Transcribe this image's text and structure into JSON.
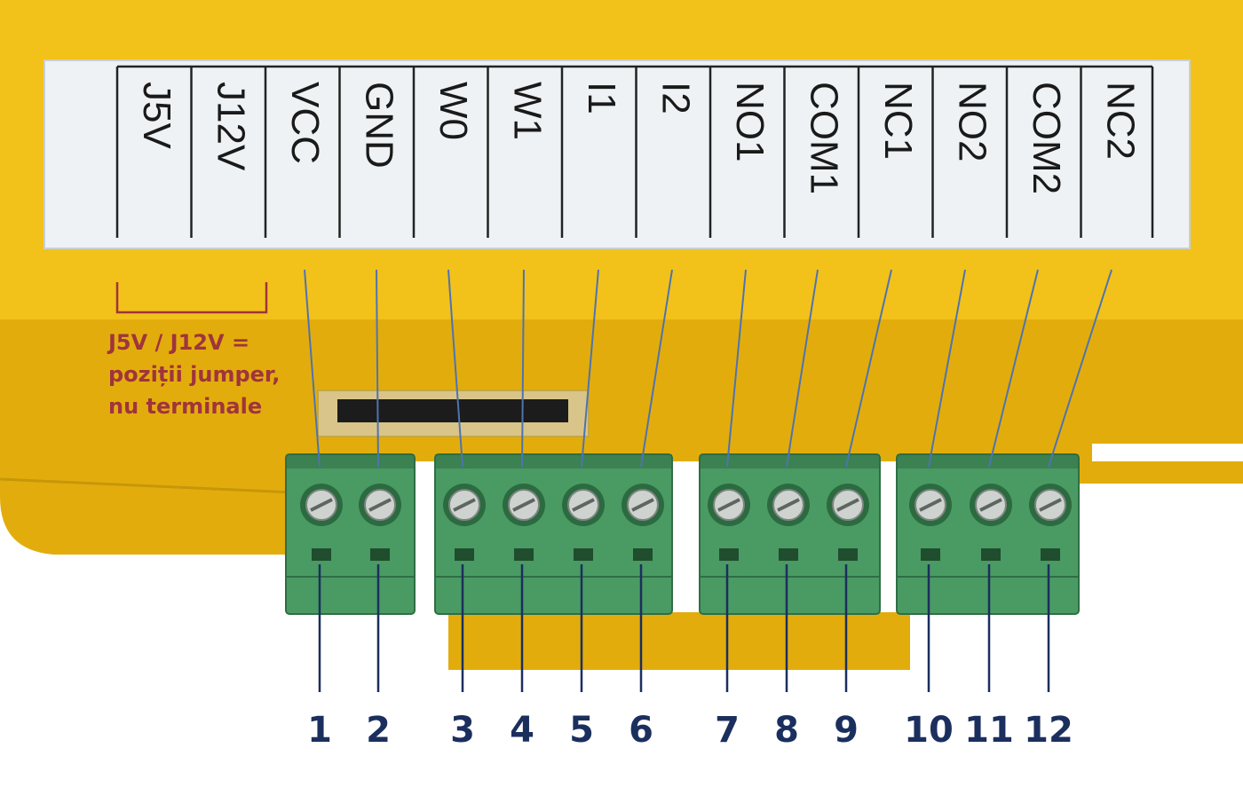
{
  "colors": {
    "housing": "#f2c21b",
    "housing_dark": "#e2ad0c",
    "label_bg": "#eef2f4",
    "terminal_green": "#4a9a64",
    "terminal_dark": "#2f6e44",
    "leader_line": "#4f73b0",
    "number_color": "#1b2f5e",
    "note_color": "#a0343c"
  },
  "label_strip": {
    "labels": [
      "J5V",
      "J12V",
      "VCC",
      "GND",
      "W0",
      "W1",
      "I1",
      "I2",
      "NO1",
      "COM1",
      "NC1",
      "NO2",
      "COM2",
      "NC2"
    ]
  },
  "jumper_note": {
    "lines": [
      "J5V / J12V =",
      "poziții jumper,",
      "nu terminale"
    ]
  },
  "terminal_blocks": [
    {
      "terminals": 2
    },
    {
      "terminals": 4
    },
    {
      "terminals": 3
    },
    {
      "terminals": 3
    }
  ],
  "terminal_numbers": [
    "1",
    "2",
    "3",
    "4",
    "5",
    "6",
    "7",
    "8",
    "9",
    "10",
    "11",
    "12"
  ]
}
